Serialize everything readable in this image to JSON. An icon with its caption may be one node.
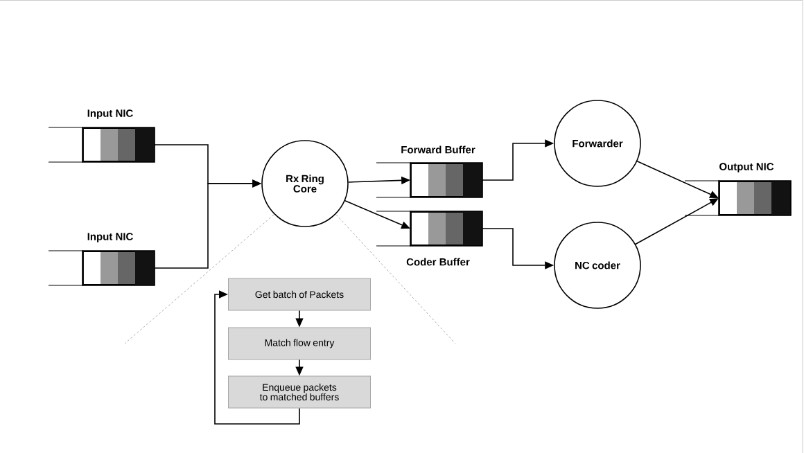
{
  "diagram": {
    "nodes": [
      {
        "text": [
          "Input NIC"
        ]
      },
      {
        "text": [
          "Input NIC"
        ]
      },
      {
        "text": [
          "Rx Ring Core"
        ]
      },
      {
        "text": [
          "Forward Buffer"
        ]
      },
      {
        "text": [
          "Coder Buffer"
        ]
      },
      {
        "text": [
          "Forwarder"
        ]
      },
      {
        "text": [
          "NC coder"
        ]
      },
      {
        "text": [
          "Output NIC"
        ]
      },
      {
        "text": [
          "Get batch of Packets"
        ]
      },
      {
        "text": [
          "Match flow entry"
        ]
      },
      {
        "text": [
          "Enqueue packets to matched buffers"
        ]
      }
    ],
    "edges": [
      {
        "from": 0,
        "to": 2,
        "arrow": "to"
      },
      {
        "from": 1,
        "to": 2,
        "arrow": "to"
      },
      {
        "from": 2,
        "to": 3,
        "arrow": "to"
      },
      {
        "from": 2,
        "to": 4,
        "arrow": "to"
      },
      {
        "from": 3,
        "to": 5,
        "arrow": "to"
      },
      {
        "from": 4,
        "to": 6,
        "arrow": "to"
      },
      {
        "from": 5,
        "to": 7,
        "arrow": "to"
      },
      {
        "from": 6,
        "to": 7,
        "arrow": "to"
      },
      {
        "from": 8,
        "to": 9,
        "arrow": "to"
      },
      {
        "from": 9,
        "to": 10,
        "arrow": "to"
      },
      {
        "from": 10,
        "to": 8,
        "arrow": "to"
      }
    ]
  }
}
